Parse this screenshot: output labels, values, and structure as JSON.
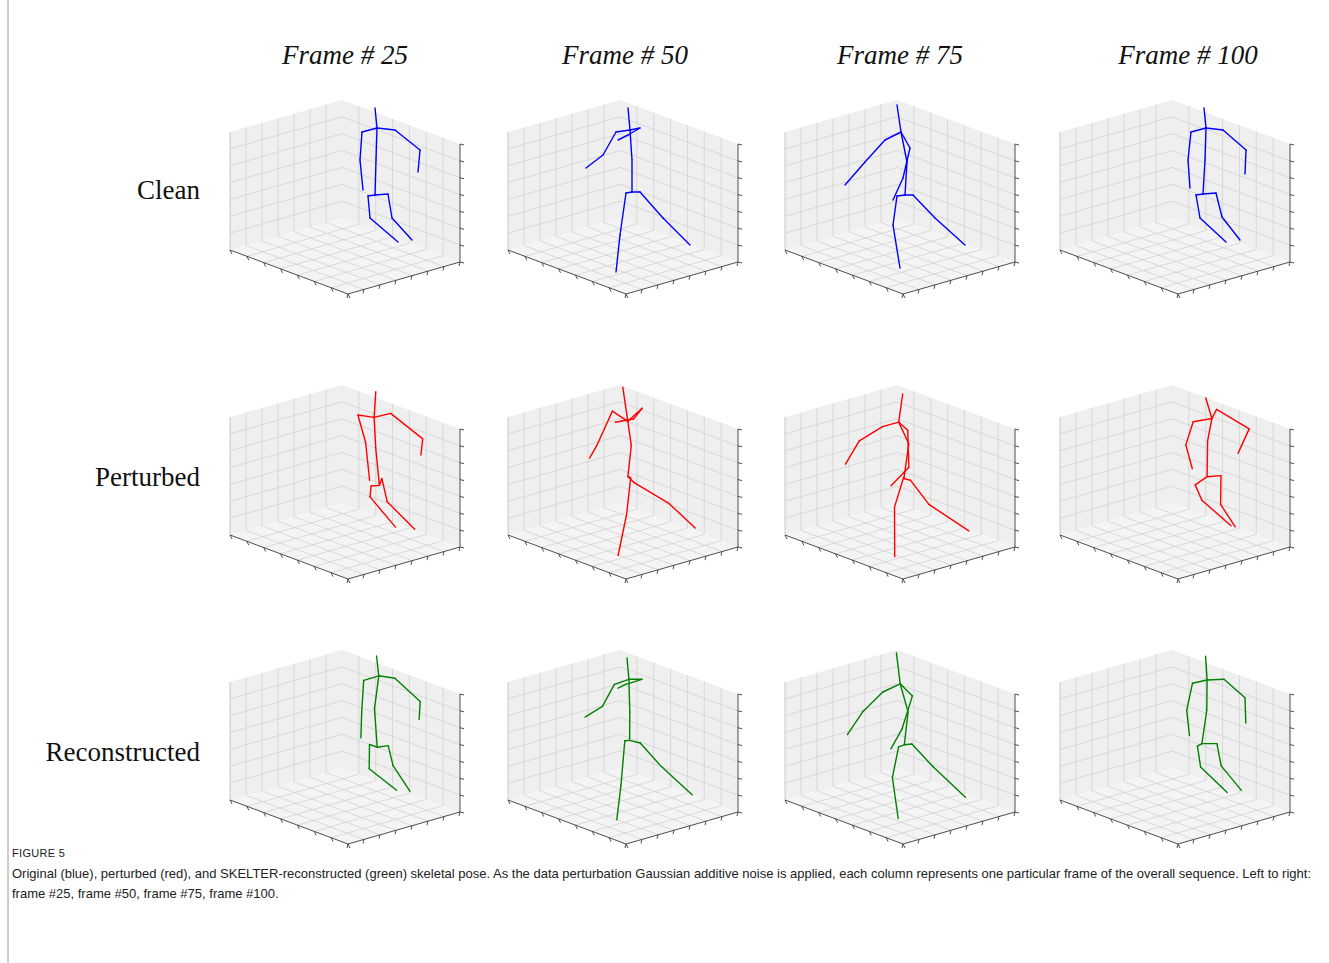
{
  "diagram": {
    "caption": "Original (blue), perturbed (red), and SKELTER-reconstructed (green) skeletal pose. As the data perturbation Gaussian additive noise is applied, each column represents one particular frame of the overall sequence. Left to right: frame #25, frame #50, frame #75, frame #100.",
    "labels": [
      "Frame # 25",
      "Frame # 50",
      "Frame # 75",
      "Frame # 100",
      "Clean",
      "Perturbed",
      "Reconstructed",
      "FIGURE 5"
    ]
  }
}
